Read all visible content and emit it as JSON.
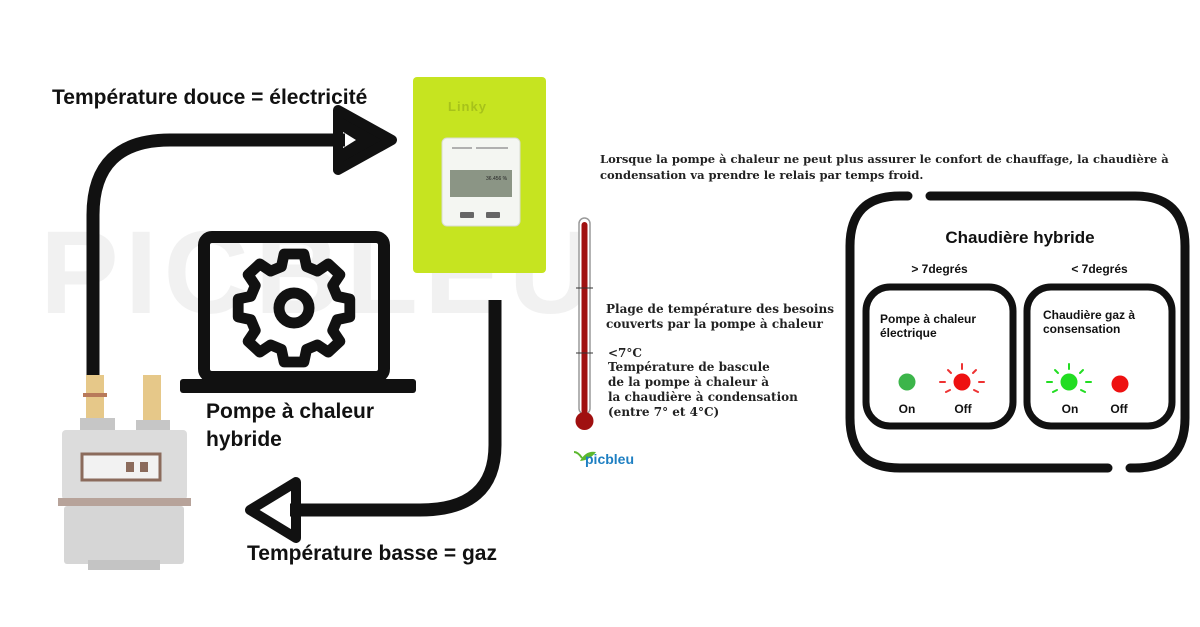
{
  "diagram": {
    "top_label": "Température douce = électricité",
    "bottom_label": "Température basse = gaz",
    "heatpump_label": "Pompe à chaleur\nhybride",
    "meter_brand": "Linky",
    "meter_display": "36.456 %",
    "watermark": "PICBLEU",
    "logo_text": "picbleu"
  },
  "explanation": {
    "intro": "Lorsque la pompe à chaleur ne peut plus assurer le confort de chauffage, la chaudière à condensation va prendre le relais par temps froid.",
    "range_text": "Plage de température des besoins couverts par la pompe à chaleur",
    "threshold_value": "<7°C",
    "threshold_text": "Température de bascule\nde la pompe à chaleur à\nla chaudière à condensation\n(entre 7° et 4°C)"
  },
  "hybrid_card": {
    "title": "Chaudière hybride",
    "left": {
      "condition": "> 7degrés",
      "name": "Pompe à chaleur électrique",
      "on_label": "On",
      "off_label": "Off",
      "active": "off"
    },
    "right": {
      "condition": "< 7degrés",
      "name": "Chaudière gaz à consensation",
      "on_label": "On",
      "off_label": "Off",
      "active": "on"
    }
  },
  "colors": {
    "linky_green": "#c6e420",
    "thermometer_red": "#a01010",
    "led_green": "#3cb54a",
    "led_bright_green": "#22dd22",
    "led_red": "#ee1111",
    "led_ray_red": "#ee3333",
    "logo_green": "#5cb82e",
    "logo_blue": "#1e7fc2"
  }
}
